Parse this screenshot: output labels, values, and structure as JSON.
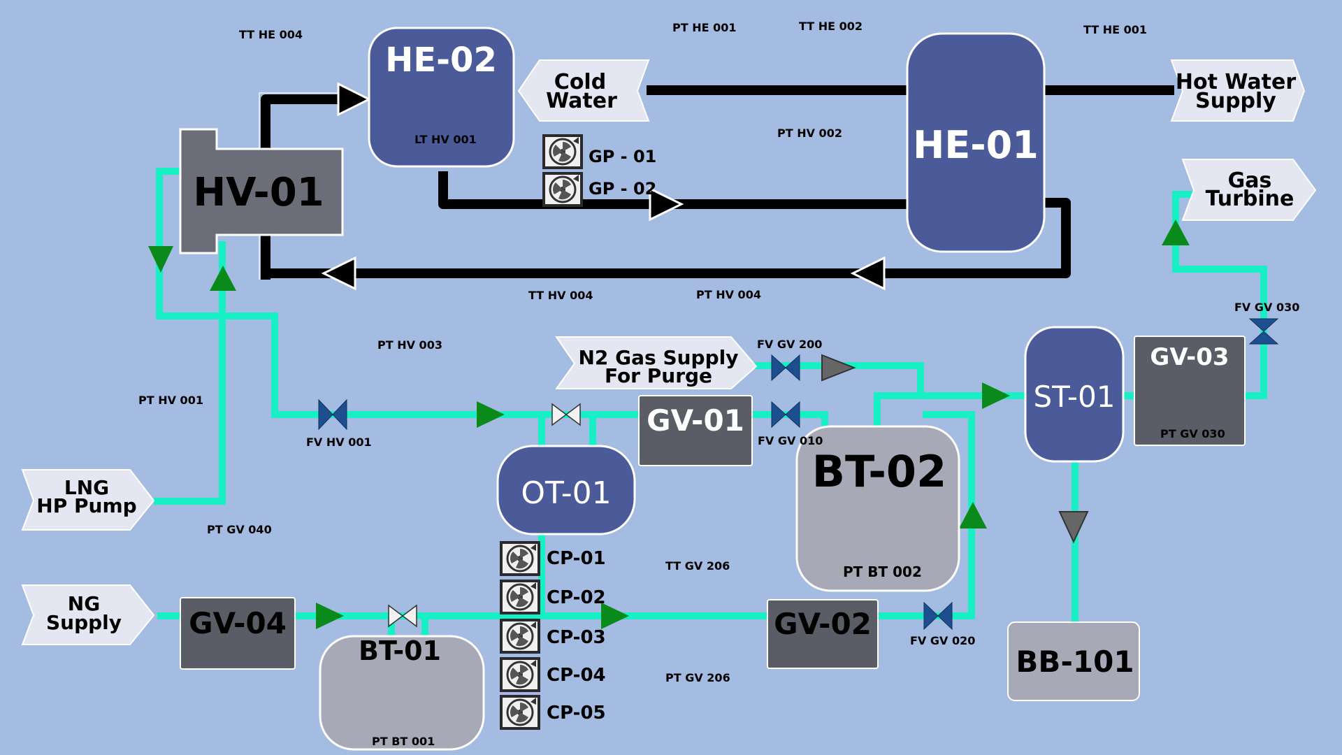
{
  "colors": {
    "background": "#a4bce2",
    "pipe_gas": "#16f0c4",
    "pipe_water": "#000000",
    "vessel_blue": "#4b5b99",
    "vessel_gray_dark": "#5b5d66",
    "vessel_gray_light": "#a7a9b6",
    "arrow_green": "#0a8a1a",
    "valve_blue": "#1d4f8f",
    "connector_fill": "#e4e7f1"
  },
  "equipment": {
    "he02": "HE-02",
    "he01": "HE-01",
    "hv01": "HV-01",
    "ot01": "OT-01",
    "gv01": "GV-01",
    "bt02": "BT-02",
    "st01": "ST-01",
    "gv03": "GV-03",
    "gv04": "GV-04",
    "bt01": "BT-01",
    "gv02": "GV-02",
    "bb101": "BB-101"
  },
  "connectors": {
    "cold_water": [
      "Cold",
      "Water"
    ],
    "hot_water": [
      "Hot Water",
      "Supply"
    ],
    "gas_turbine": [
      "Gas",
      "Turbine"
    ],
    "n2_purge": [
      "N2 Gas Supply",
      "For Purge"
    ],
    "lng_pump": [
      "LNG",
      "HP Pump"
    ],
    "ng_supply": [
      "NG",
      "Supply"
    ]
  },
  "pumps": [
    "GP - 01",
    "GP - 02",
    "CP-01",
    "CP-02",
    "CP-03",
    "CP-04",
    "CP-05"
  ],
  "instruments": {
    "tt_he_004": "TT HE 004",
    "pt_he_001": "PT HE 001",
    "tt_he_002": "TT HE 002",
    "tt_he_001": "TT HE 001",
    "lt_hv_001": "LT HV 001",
    "pt_hv_002": "PT HV 002",
    "tt_hv_004": "TT HV 004",
    "pt_hv_004": "PT HV 004",
    "fv_gv_030": "FV GV 030",
    "pt_hv_003": "PT HV 003",
    "fv_gv_200": "FV GV 200",
    "pt_hv_001": "PT HV 001",
    "fv_hv_001": "FV HV 001",
    "fv_gv_010": "FV GV 010",
    "pt_gv_030": "PT GV 030",
    "pt_gv_040": "PT GV 040",
    "tt_gv_206": "TT GV 206",
    "pt_bt_002": "PT BT 002",
    "pt_gv_206": "PT GV 206",
    "fv_gv_020": "FV GV 020",
    "pt_bt_001": "PT BT 001"
  }
}
